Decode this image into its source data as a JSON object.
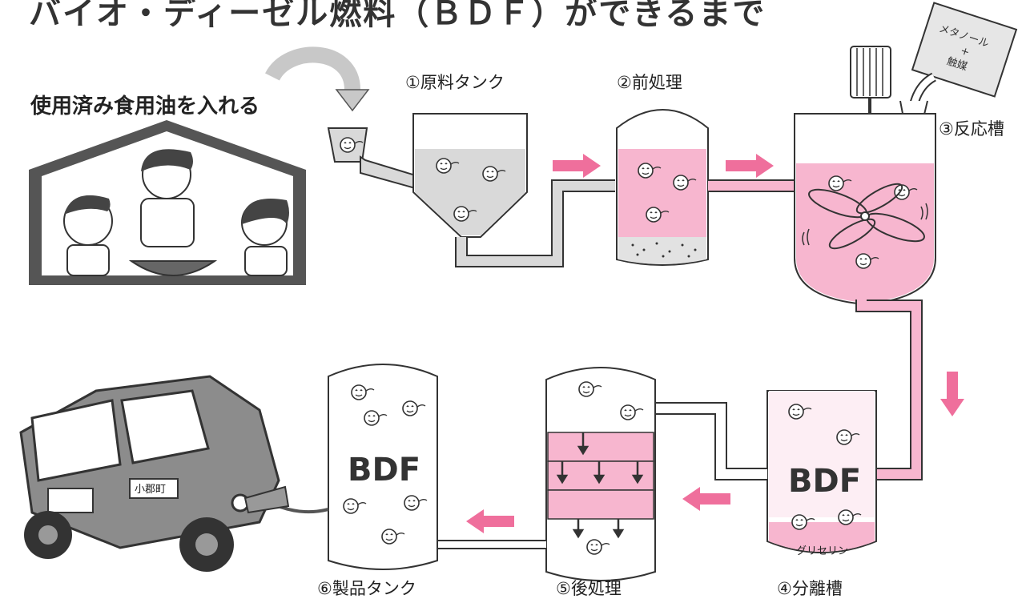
{
  "title": "バイオ・ディーゼル燃料（ＢＤＦ）ができるまで",
  "intro_label": "使用済み食用油を入れる",
  "steps": {
    "raw_tank": "①原料タンク",
    "pretreatment": "②前処理",
    "reaction_tank": "③反応槽",
    "separation_tank": "④分離槽",
    "post_treatment": "⑤後処理",
    "product_tank": "⑥製品タンク"
  },
  "additive": {
    "line1": "メタノール",
    "line2": "+",
    "line3": "触媒"
  },
  "glycerin_label": "グリセリン",
  "bdf_label_separation": "BDF",
  "bdf_label_product": "BDF",
  "truck_label": "小郡町",
  "colors": {
    "pink": "#f7b6cf",
    "pink_arrow": "#ef6f9c",
    "gray": "#d9d9d9",
    "line": "#333333"
  }
}
